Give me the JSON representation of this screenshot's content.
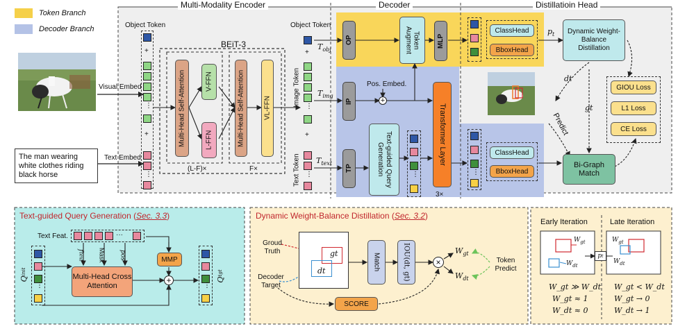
{
  "legend": {
    "token_branch": "Token Branch",
    "decoder_branch": "Decoder Branch",
    "token_color": "#f5d04a",
    "decoder_color": "#b4c2e6"
  },
  "sections": {
    "encoder": "Multi-Modality Encoder",
    "decoder": "Decoder",
    "distill": "Distillatioin Head"
  },
  "encoder": {
    "object_token": "Object Token",
    "visual_embed": "Visual Embed",
    "text_embed": "Text Embed",
    "text_input": "The man wearing white clothes riding black horse",
    "beit": "BEiT-3",
    "mhsa1": "Multi-Head Self-Attention",
    "mhsa2": "Multi-Head Self-Attention",
    "vffn": "V-FFN",
    "lffn": "L-FFN",
    "vlffn": "VL-FFN",
    "lf_times": "(L-F)×",
    "f_times": "F×",
    "object_token_out": "Object Token",
    "image_token": "Image Token",
    "text_token": "Text Token",
    "plus": "+"
  },
  "decoder": {
    "op": "OP",
    "ip": "IP",
    "tp": "TP",
    "token_augment": "Token Augment",
    "mlp": "MLP",
    "pos_embed": "Pos. Embed.",
    "tgqg": "Text-guided Query Generation",
    "transformer": "Transformer Layer",
    "times3": "3×",
    "t_obj": "T",
    "t_obj_sub": "obj",
    "t_img": "T",
    "t_img_sub": "img",
    "t_text": "T",
    "t_text_sub": "text"
  },
  "distill": {
    "classhead1": "ClassHead",
    "bboxhead1": "BboxHead",
    "classhead2": "ClassHead",
    "bboxhead2": "BboxHead",
    "dwbd": "Dynamic Weight-Balance Distillation",
    "giou": "GIOU Loss",
    "l1": "L1 Loss",
    "ce": "CE Loss",
    "bigraph": "Bi-Graph Match",
    "predict": "Predict",
    "pt": "p",
    "pt_sub": "t",
    "dt": "dt",
    "gt": "gt"
  },
  "panel_tgqg": {
    "title": "Text-guided Query Generation (",
    "ref": "Sec. 3.3",
    "title_end": ")",
    "text_feat": "Text Feat.",
    "ftext": "f",
    "ftext_sub": "text",
    "mask": "Mask",
    "pos": "pos",
    "mmp": "MMP",
    "mhca": "Multi-Head Cross Attention",
    "q_init": "Q",
    "q_init_sub": "init",
    "q_tgt": "Q",
    "q_tgt_sub": "tgt",
    "ellipsis": "···"
  },
  "panel_dwbd": {
    "title": "Dynamic Weight-Balance Distillation (",
    "ref": "Sec. 3.2",
    "title_end": ")",
    "groud_truth": "Groud Truth",
    "decoder_target": "Decoder Target",
    "match": "Match",
    "iou": "IOU(dt, gt)",
    "score": "SCORE",
    "token_predict": "Token Predict",
    "gt": "gt",
    "dt": "dt",
    "wgt": "W",
    "wgt_sub": "gt",
    "wdt": "W",
    "wdt_sub": "dt",
    "times": "×"
  },
  "panel_iter": {
    "early": "Early Iteration",
    "late": "Late Iteration",
    "wgt": "W",
    "wgt_sub": "gt",
    "wdt": "W",
    "wdt_sub": "dt",
    "pt": "p",
    "pt_sub": "t",
    "early_rel1": "W_gt ≫ W_dt",
    "early_rel2": "W_gt ≈ 1",
    "early_rel3": "W_dt ≈ 0",
    "late_rel1": "W_gt < W_dt",
    "late_rel2": "W_gt → 0",
    "late_rel3": "W_dt → 1"
  },
  "colors": {
    "token_bg": "#f9d65a",
    "decoder_bg": "#b8c5e8",
    "gray_bg": "#efefef",
    "mhsa": "#dba486",
    "vffn": "#b6e0a9",
    "lffn": "#f2a9bf",
    "vlffn": "#fbe08d",
    "green_box": "#7ec2a2",
    "cyan_box": "#bfe9ec",
    "orange": "#f68028",
    "orange_box": "#f3a44a",
    "gray_box": "#9b9b9b",
    "tok_blue": "#2e57a6",
    "tok_pink": "#e7889e",
    "tok_green": "#3f8f3c",
    "tok_yellow": "#f7d046",
    "tok_lightgreen": "#8fd685",
    "panel_cyan": "#b9ecea",
    "panel_cream": "#fdf0cf"
  }
}
